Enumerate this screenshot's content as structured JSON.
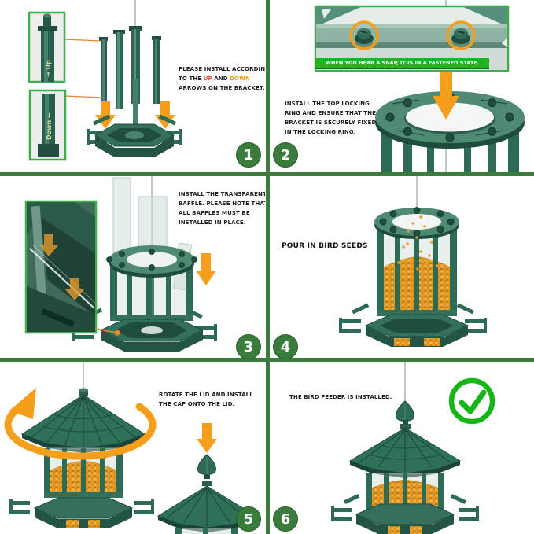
{
  "colors": {
    "divider_green": "#3a7c3c",
    "step_badge_green": "#3a7c3c",
    "banner_green": "#23b220",
    "check_green": "#17b517",
    "arrow_orange": "#f59e1b",
    "up_word_color": "#e8542c",
    "down_word_color": "#f39c12",
    "feeder_green": "#2e6b57",
    "seed_orange": "#e79a2b"
  },
  "steps": {
    "step1": {
      "number": "1",
      "line1": "PLEASE INSTALL ACCORDING",
      "line2_pre": "TO THE ",
      "line2_up": "UP",
      "line2_and": " AND ",
      "line2_down": "DOWN",
      "line3": "ARROWS ON THE BRACKET.",
      "inset_up_label": "→ Up",
      "inset_down_label": "Down ←"
    },
    "step2": {
      "number": "2",
      "banner": "WHEN YOU HEAR A SNAP, IT IS IN A FASTENED STATE.",
      "lines": [
        "INSTALL THE TOP LOCKING",
        "RING AND ENSURE THAT THE",
        "BRACKET IS SECURELY FIXED",
        "IN THE LOCKING RING."
      ]
    },
    "step3": {
      "number": "3",
      "lines": [
        "INSTALL THE TRANSPARENT",
        "BAFFLE. PLEASE NOTE THAT",
        "ALL BAFFLES MUST BE",
        "INSTALLED IN PLACE."
      ]
    },
    "step4": {
      "number": "4",
      "label": "POUR IN BIRD SEEDS"
    },
    "step5": {
      "number": "5",
      "lines": [
        "ROTATE THE LID AND INSTALL",
        "THE CAP ONTO THE LID."
      ]
    },
    "step6": {
      "number": "6",
      "label": "THE BIRD FEEDER IS INSTALLED."
    }
  }
}
